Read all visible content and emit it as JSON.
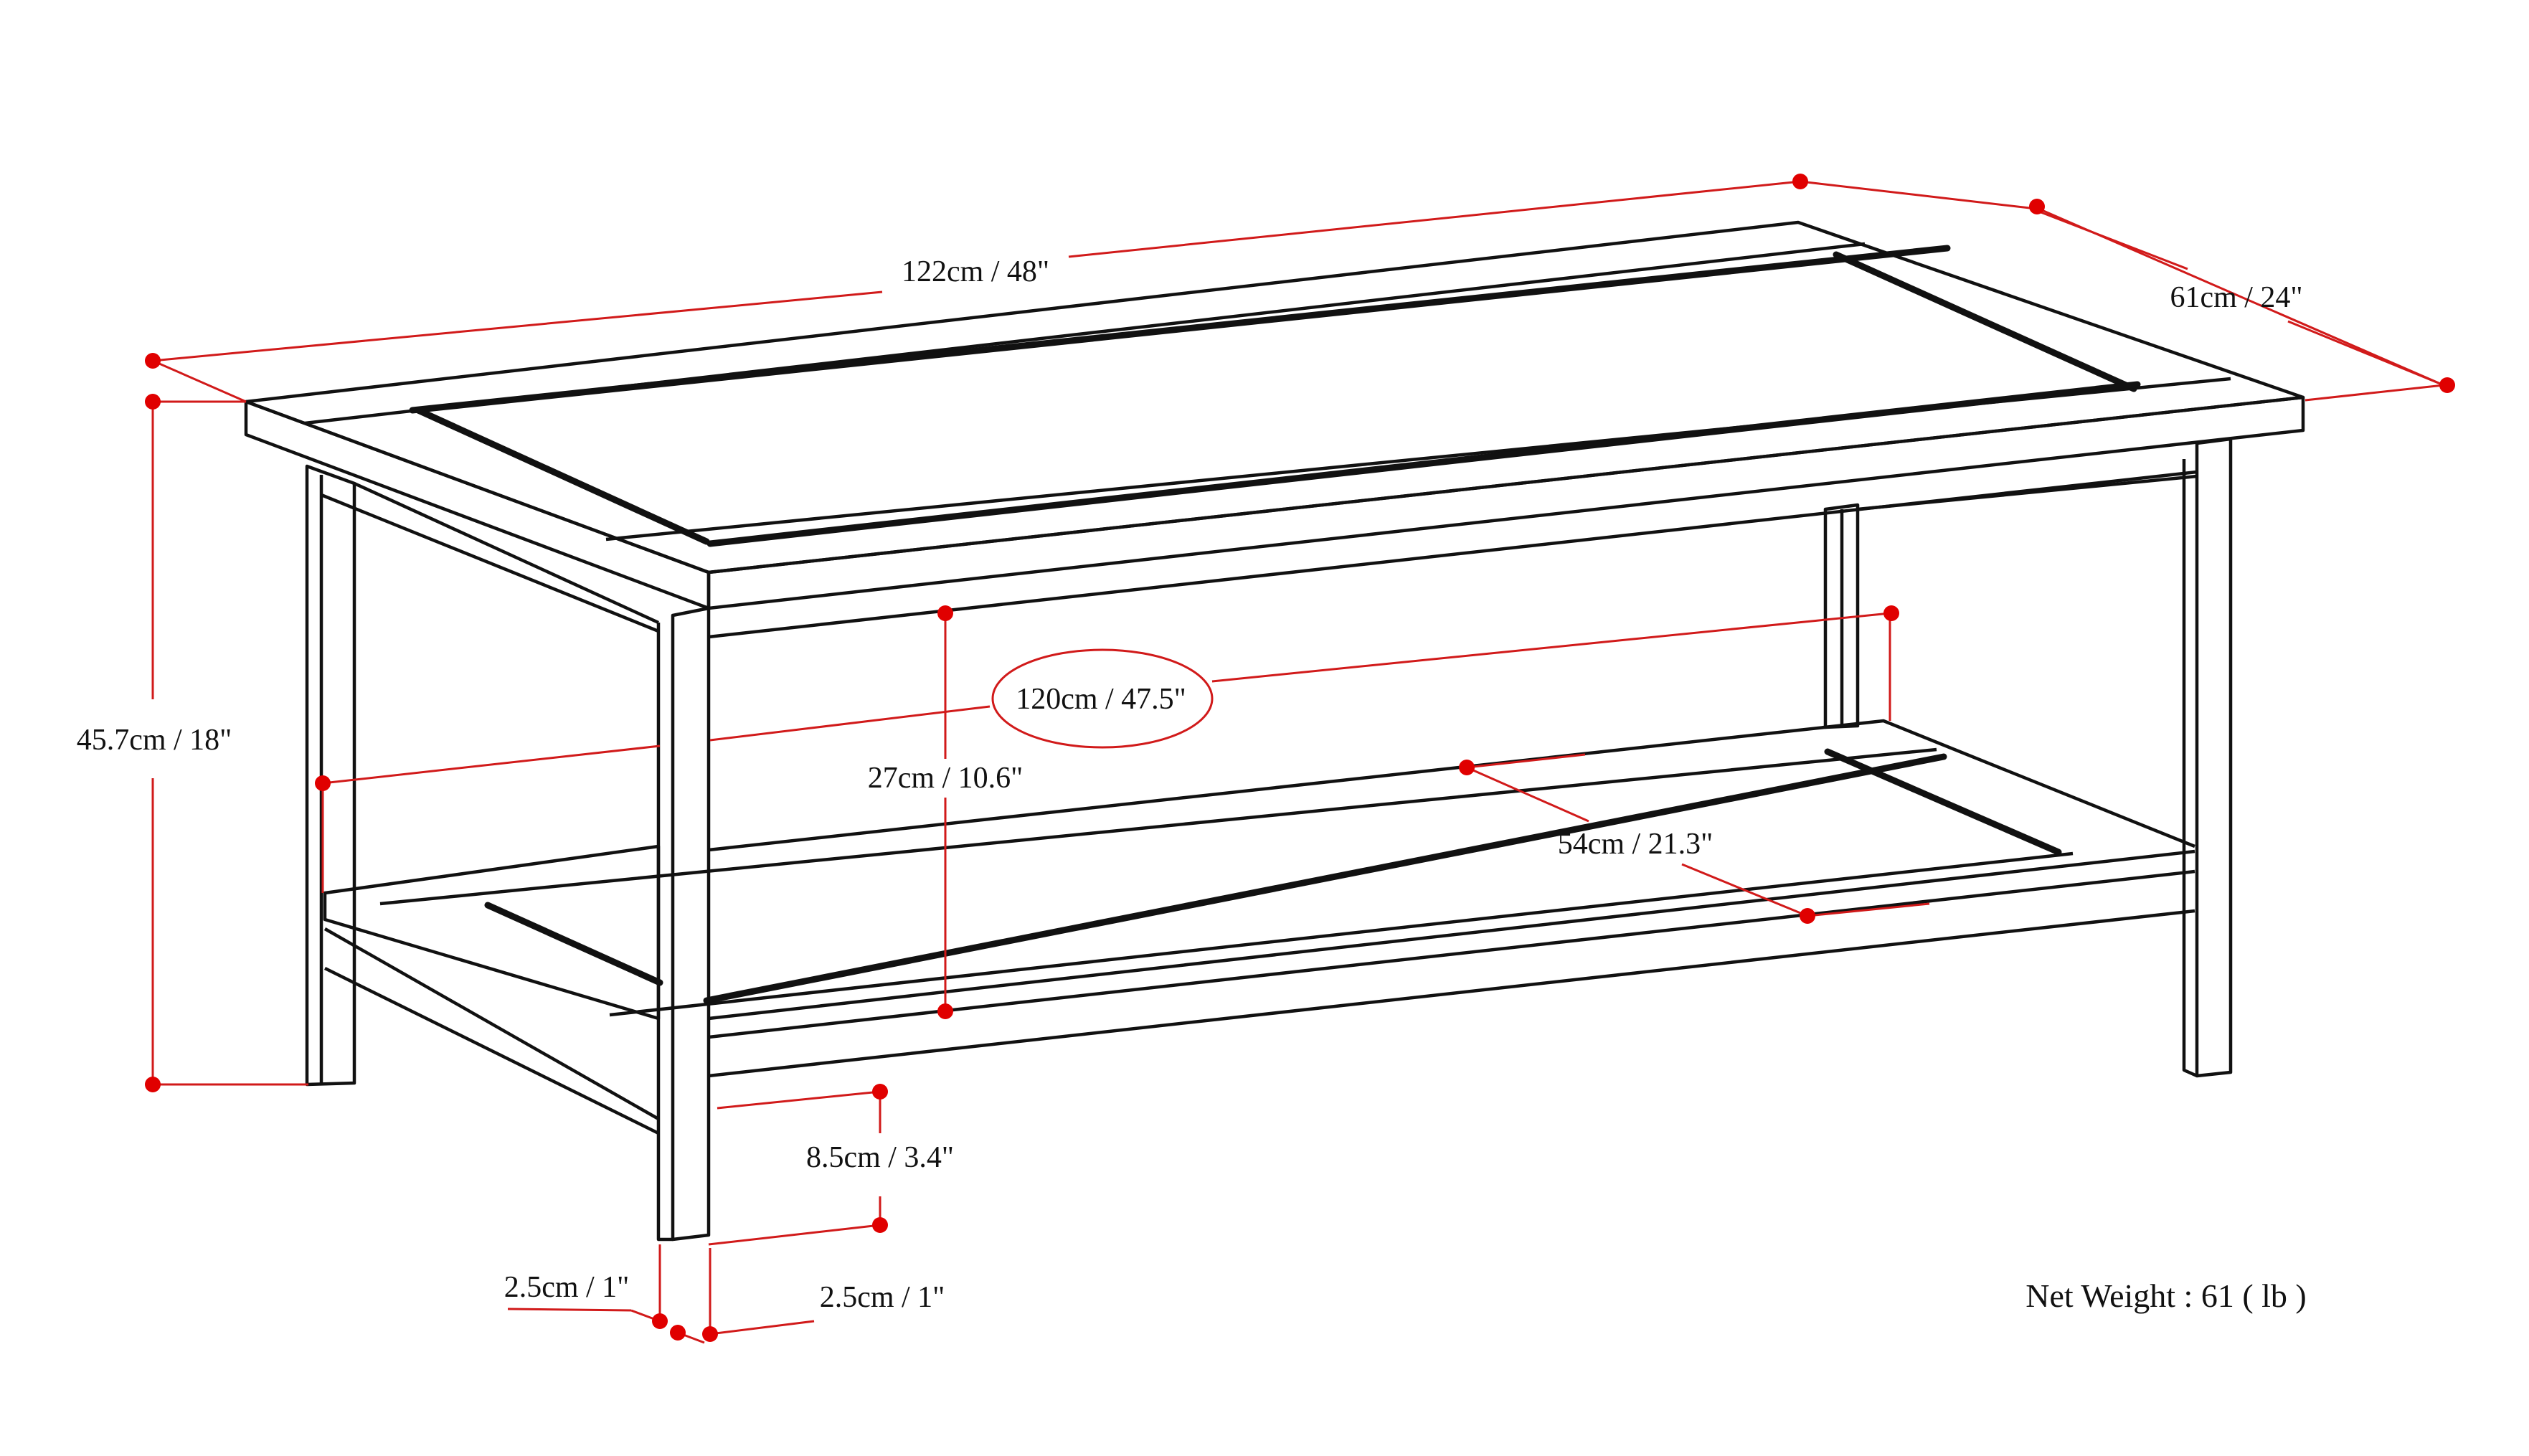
{
  "dimensions": {
    "overall_length": "122cm / 48\"",
    "overall_depth": "61cm / 24\"",
    "overall_height": "45.7cm / 18\"",
    "shelf_length": "120cm / 47.5\"",
    "shelf_clearance": "27cm / 10.6\"",
    "shelf_depth": "54cm / 21.3\"",
    "shelf_height_from_floor": "8.5cm / 3.4\"",
    "leg_width_left": "2.5cm / 1\"",
    "leg_width_right": "2.5cm / 1\""
  },
  "net_weight": "Net Weight : 61 ( lb )",
  "colors": {
    "outline": "#111111",
    "dimension_lines": "#d11a1a",
    "dimension_points": "#e00000",
    "background": "#ffffff"
  }
}
